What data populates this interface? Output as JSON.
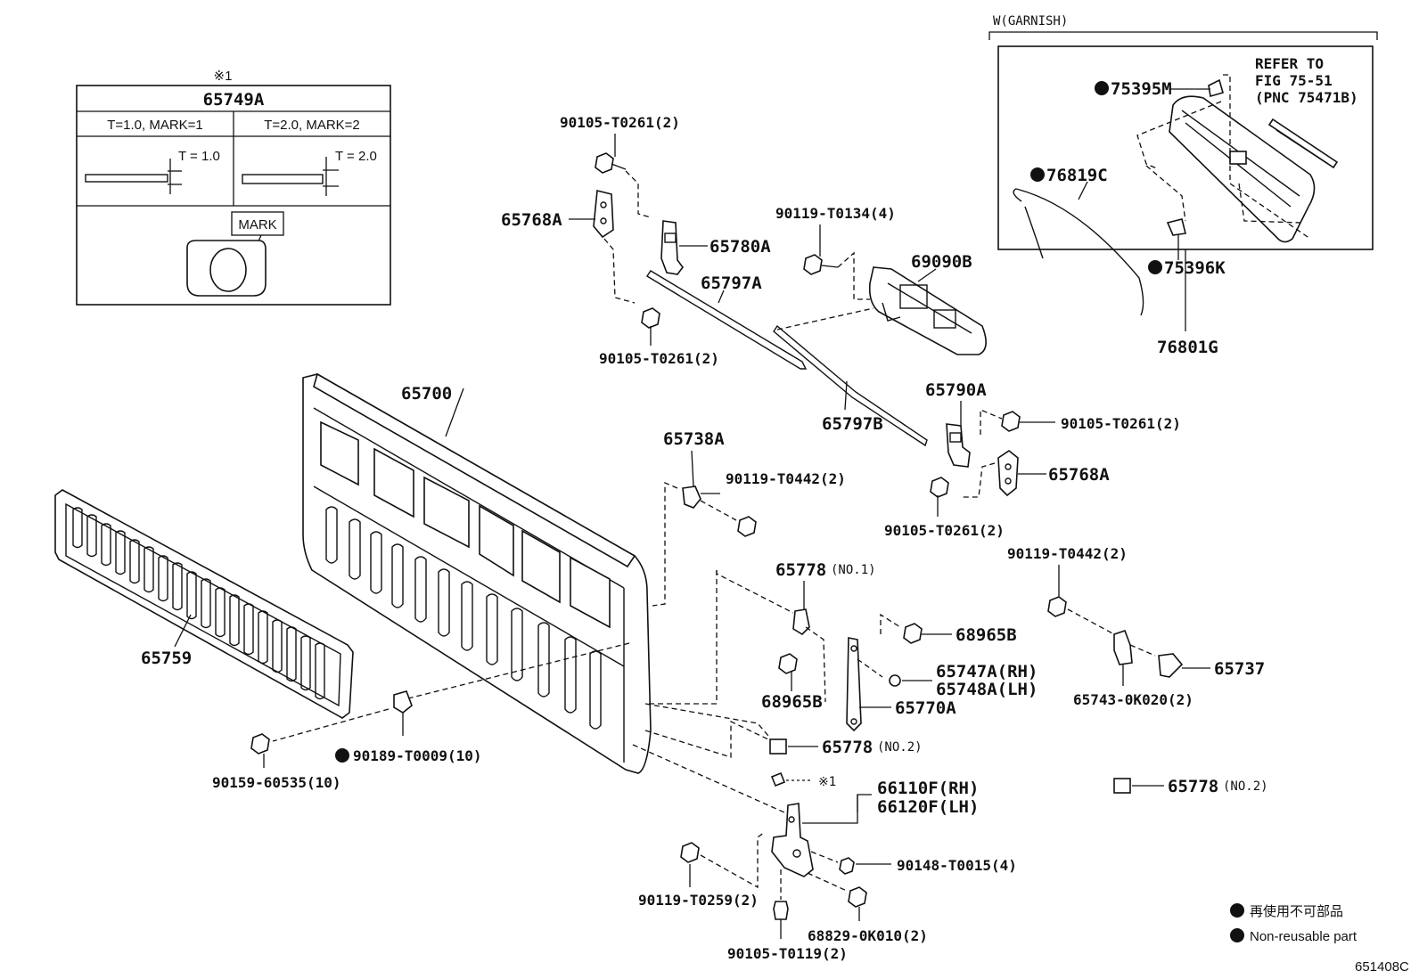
{
  "inset_table": {
    "note_mark": "※1",
    "part_no": "65749A",
    "col1_header": "T=1.0, MARK=1",
    "col2_header": "T=2.0, MARK=2",
    "col1_dim": "T = 1.0",
    "col2_dim": "T = 2.0",
    "mark_label": "MARK"
  },
  "garnish_box": {
    "title": "W(GARNISH)",
    "refer_line1": "REFER TO",
    "refer_line2": "FIG 75-51",
    "refer_line3": "(PNC 75471B)",
    "assembly_no": "76801G",
    "parts": [
      "75395M",
      "76819C",
      "75396K"
    ]
  },
  "labels": {
    "l_90105_T0261_a": "90105-T0261(2)",
    "l_65768A_a": "65768A",
    "l_65780A": "65780A",
    "l_65797A": "65797A",
    "l_90105_T0261_b": "90105-T0261(2)",
    "l_90119_T0134": "90119-T0134(4)",
    "l_69090B": "69090B",
    "l_65700": "65700",
    "l_65797B": "65797B",
    "l_65790A": "65790A",
    "l_90105_T0261_c": "90105-T0261(2)",
    "l_65768A_b": "65768A",
    "l_90105_T0261_d": "90105-T0261(2)",
    "l_65738A": "65738A",
    "l_90119_T0442_a": "90119-T0442(2)",
    "l_65759": "65759",
    "l_65778_no1": "65778",
    "l_65778_no1_suffix": "(NO.1)",
    "l_90119_T0442_b": "90119-T0442(2)",
    "l_68965B_a": "68965B",
    "l_65747A": "65747A(RH)",
    "l_65748A": "65748A(LH)",
    "l_65737": "65737",
    "l_68965B_b": "68965B",
    "l_65770A": "65770A",
    "l_65743": "65743-0K020(2)",
    "l_65778_no2_a": "65778",
    "l_65778_no2_a_suffix": "(NO.2)",
    "l_90189": "90189-T0009(10)",
    "l_90159": "90159-60535(10)",
    "l_note1": "※1",
    "l_66110F": "66110F(RH)",
    "l_66120F": "66120F(LH)",
    "l_65778_no2_b": "65778",
    "l_65778_no2_b_suffix": "(NO.2)",
    "l_90148": "90148-T0015(4)",
    "l_90119_T0259": "90119-T0259(2)",
    "l_68829": "68829-0K010(2)",
    "l_90105_T0119": "90105-T0119(2)"
  },
  "legend": {
    "jp": "再使用不可部品",
    "en": "Non-reusable part"
  },
  "figure_id": "651408C"
}
